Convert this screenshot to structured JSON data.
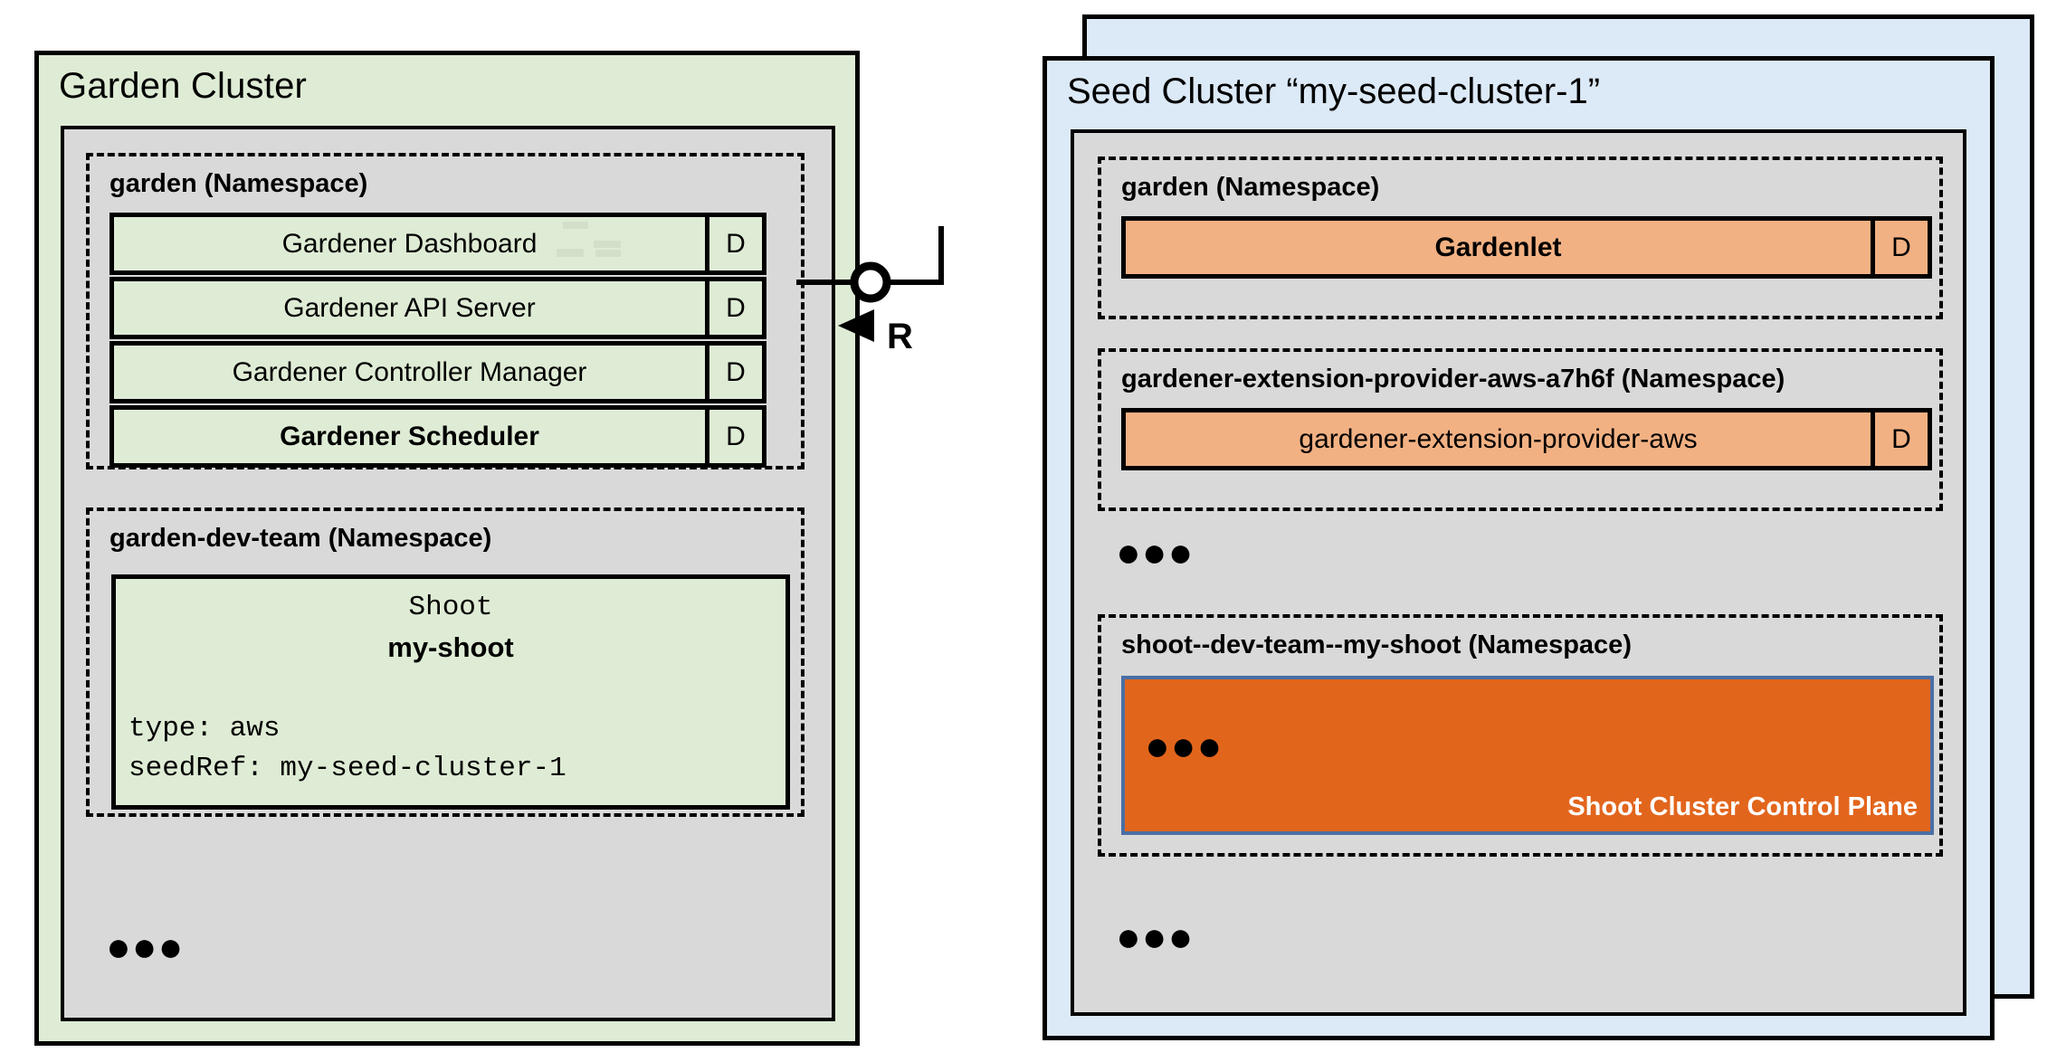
{
  "garden_cluster": {
    "title": "Garden Cluster",
    "namespaces": [
      {
        "title": "garden (Namespace)",
        "components": [
          {
            "label": "Gardener Dashboard",
            "badge": "D",
            "bold": false
          },
          {
            "label": "Gardener API Server",
            "badge": "D",
            "bold": false
          },
          {
            "label": "Gardener Controller Manager",
            "badge": "D",
            "bold": false
          },
          {
            "label": "Gardener Scheduler",
            "badge": "D",
            "bold": true
          }
        ]
      },
      {
        "title": "garden-dev-team (Namespace)",
        "shoot": {
          "kind": "Shoot",
          "name": "my-shoot",
          "spec_type": "type: aws",
          "spec_seedref": "seedRef: my-seed-cluster-1"
        }
      }
    ],
    "more_indicator": "●●●"
  },
  "seed_cluster": {
    "title": "Seed Cluster “my-seed-cluster-1”",
    "namespaces": [
      {
        "title": "garden (Namespace)",
        "components": [
          {
            "label": "Gardenlet",
            "badge": "D",
            "bold": true
          }
        ]
      },
      {
        "title": "gardener-extension-provider-aws-a7h6f (Namespace)",
        "components": [
          {
            "label": "gardener-extension-provider-aws",
            "badge": "D",
            "bold": false
          }
        ]
      },
      {
        "title": "shoot--dev-team--my-shoot (Namespace)",
        "control_plane": {
          "label": "Shoot Cluster Control Plane",
          "more_indicator": "●●●"
        }
      }
    ],
    "more_indicator_middle": "●●●",
    "more_indicator_bottom": "●●●"
  },
  "connector": {
    "label": "R",
    "from": "Gardener API Server",
    "to": "Gardenlet"
  },
  "colors": {
    "garden_cluster_fill": "#dfecd5",
    "seed_cluster_fill": "#dce9f7",
    "namespace_fill": "#d9d9d9",
    "component_green": "#dfecd5",
    "component_orange": "#f2b183",
    "control_plane_fill": "#e2651c",
    "control_plane_border": "#4a6fa5",
    "stroke": "#000000"
  }
}
